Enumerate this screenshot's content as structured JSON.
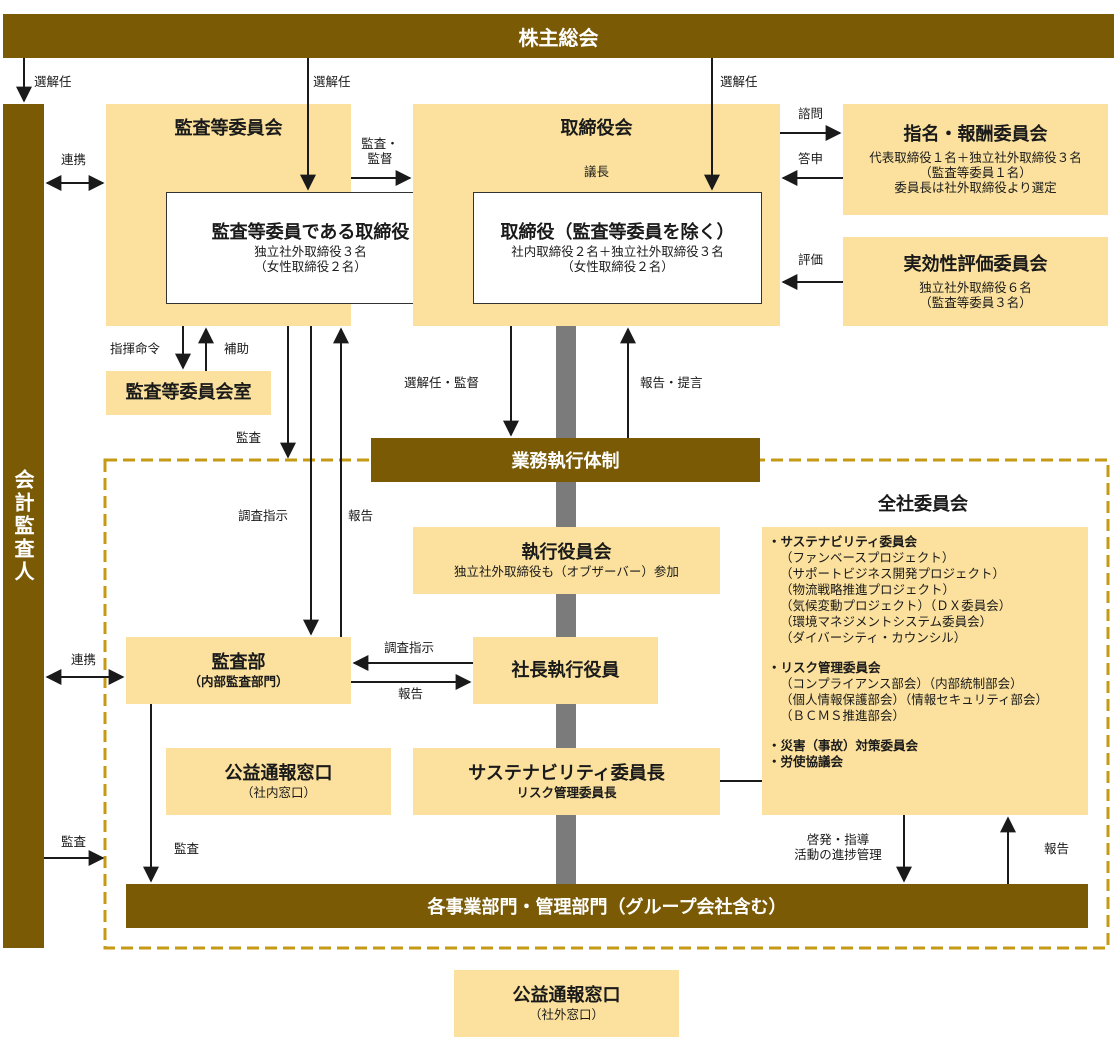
{
  "shareholders": "株主総会",
  "auditor": "会計監査人",
  "audit_committee": {
    "title": "監査等委員会"
  },
  "audit_directors": {
    "title": "監査等委員である取締役",
    "line1": "独立社外取締役３名",
    "line2": "（女性取締役２名）"
  },
  "audit_office": "監査等委員会室",
  "board": {
    "title": "取締役会",
    "chair": "議長"
  },
  "directors": {
    "title": "取締役（監査等委員を除く）",
    "line1": "社内取締役２名＋独立社外取締役３名",
    "line2": "（女性取締役２名）"
  },
  "nomination": {
    "title": "指名・報酬委員会",
    "line1": "代表取締役１名＋独立社外取締役３名",
    "line2": "（監査等委員１名）",
    "line3": "委員長は社外取締役より選定"
  },
  "effectiveness": {
    "title": "実効性評価委員会",
    "line1": "独立社外取締役６名",
    "line2": "（監査等委員３名）"
  },
  "exec_system": "業務執行体制",
  "exec_officers": {
    "title": "執行役員会",
    "line1": "独立社外取締役も（オブザーバー）参加"
  },
  "internal_audit": {
    "title": "監査部",
    "line1": "（内部監査部門）"
  },
  "president": "社長執行役員",
  "whistle_internal": {
    "title": "公益通報窓口",
    "line1": "（社内窓口）"
  },
  "sustain_chair": {
    "title": "サステナビリティ委員長",
    "line1": "リスク管理委員長"
  },
  "companywide": {
    "title": "全社委員会",
    "g1_head": "・サステナビリティ委員会",
    "g1_items": [
      "（ファンベースプロジェクト）",
      "（サポートビジネス開発プロジェクト）",
      "（物流戦略推進プロジェクト）",
      "（気候変動プロジェクト）（ＤＸ委員会）",
      "（環境マネジメントシステム委員会）",
      "（ダイバーシティ・カウンシル）"
    ],
    "g2_head": "・リスク管理委員会",
    "g2_items": [
      "（コンプライアンス部会）（内部統制部会）",
      "（個人情報保護部会）（情報セキュリティ部会）",
      "（ＢＣＭＳ推進部会）"
    ],
    "g3_head": "・災害（事故）対策委員会",
    "g4_head": "・労使協議会"
  },
  "divisions": "各事業部門・管理部門（グループ会社含む）",
  "whistle_external": {
    "title": "公益通報窓口",
    "line1": "（社外窓口）"
  },
  "labels": {
    "elect1": "選解任",
    "elect2": "選解任",
    "elect3": "選解任",
    "cooperate1": "連携",
    "cooperate2": "連携",
    "audit_supervise": "監査・\n監督",
    "consult": "諮問",
    "report_back": "答申",
    "evaluate": "評価",
    "command": "指揮命令",
    "assist": "補助",
    "elect_supervise": "選解任・監督",
    "report_propose": "報告・提言",
    "audit1": "監査",
    "audit2": "監査",
    "audit3": "監査",
    "investigate1": "調査指示",
    "investigate2": "調査指示",
    "report1": "報告",
    "report2": "報告",
    "report3": "報告",
    "enlighten": "啓発・指導\n活動の進捗管理"
  }
}
